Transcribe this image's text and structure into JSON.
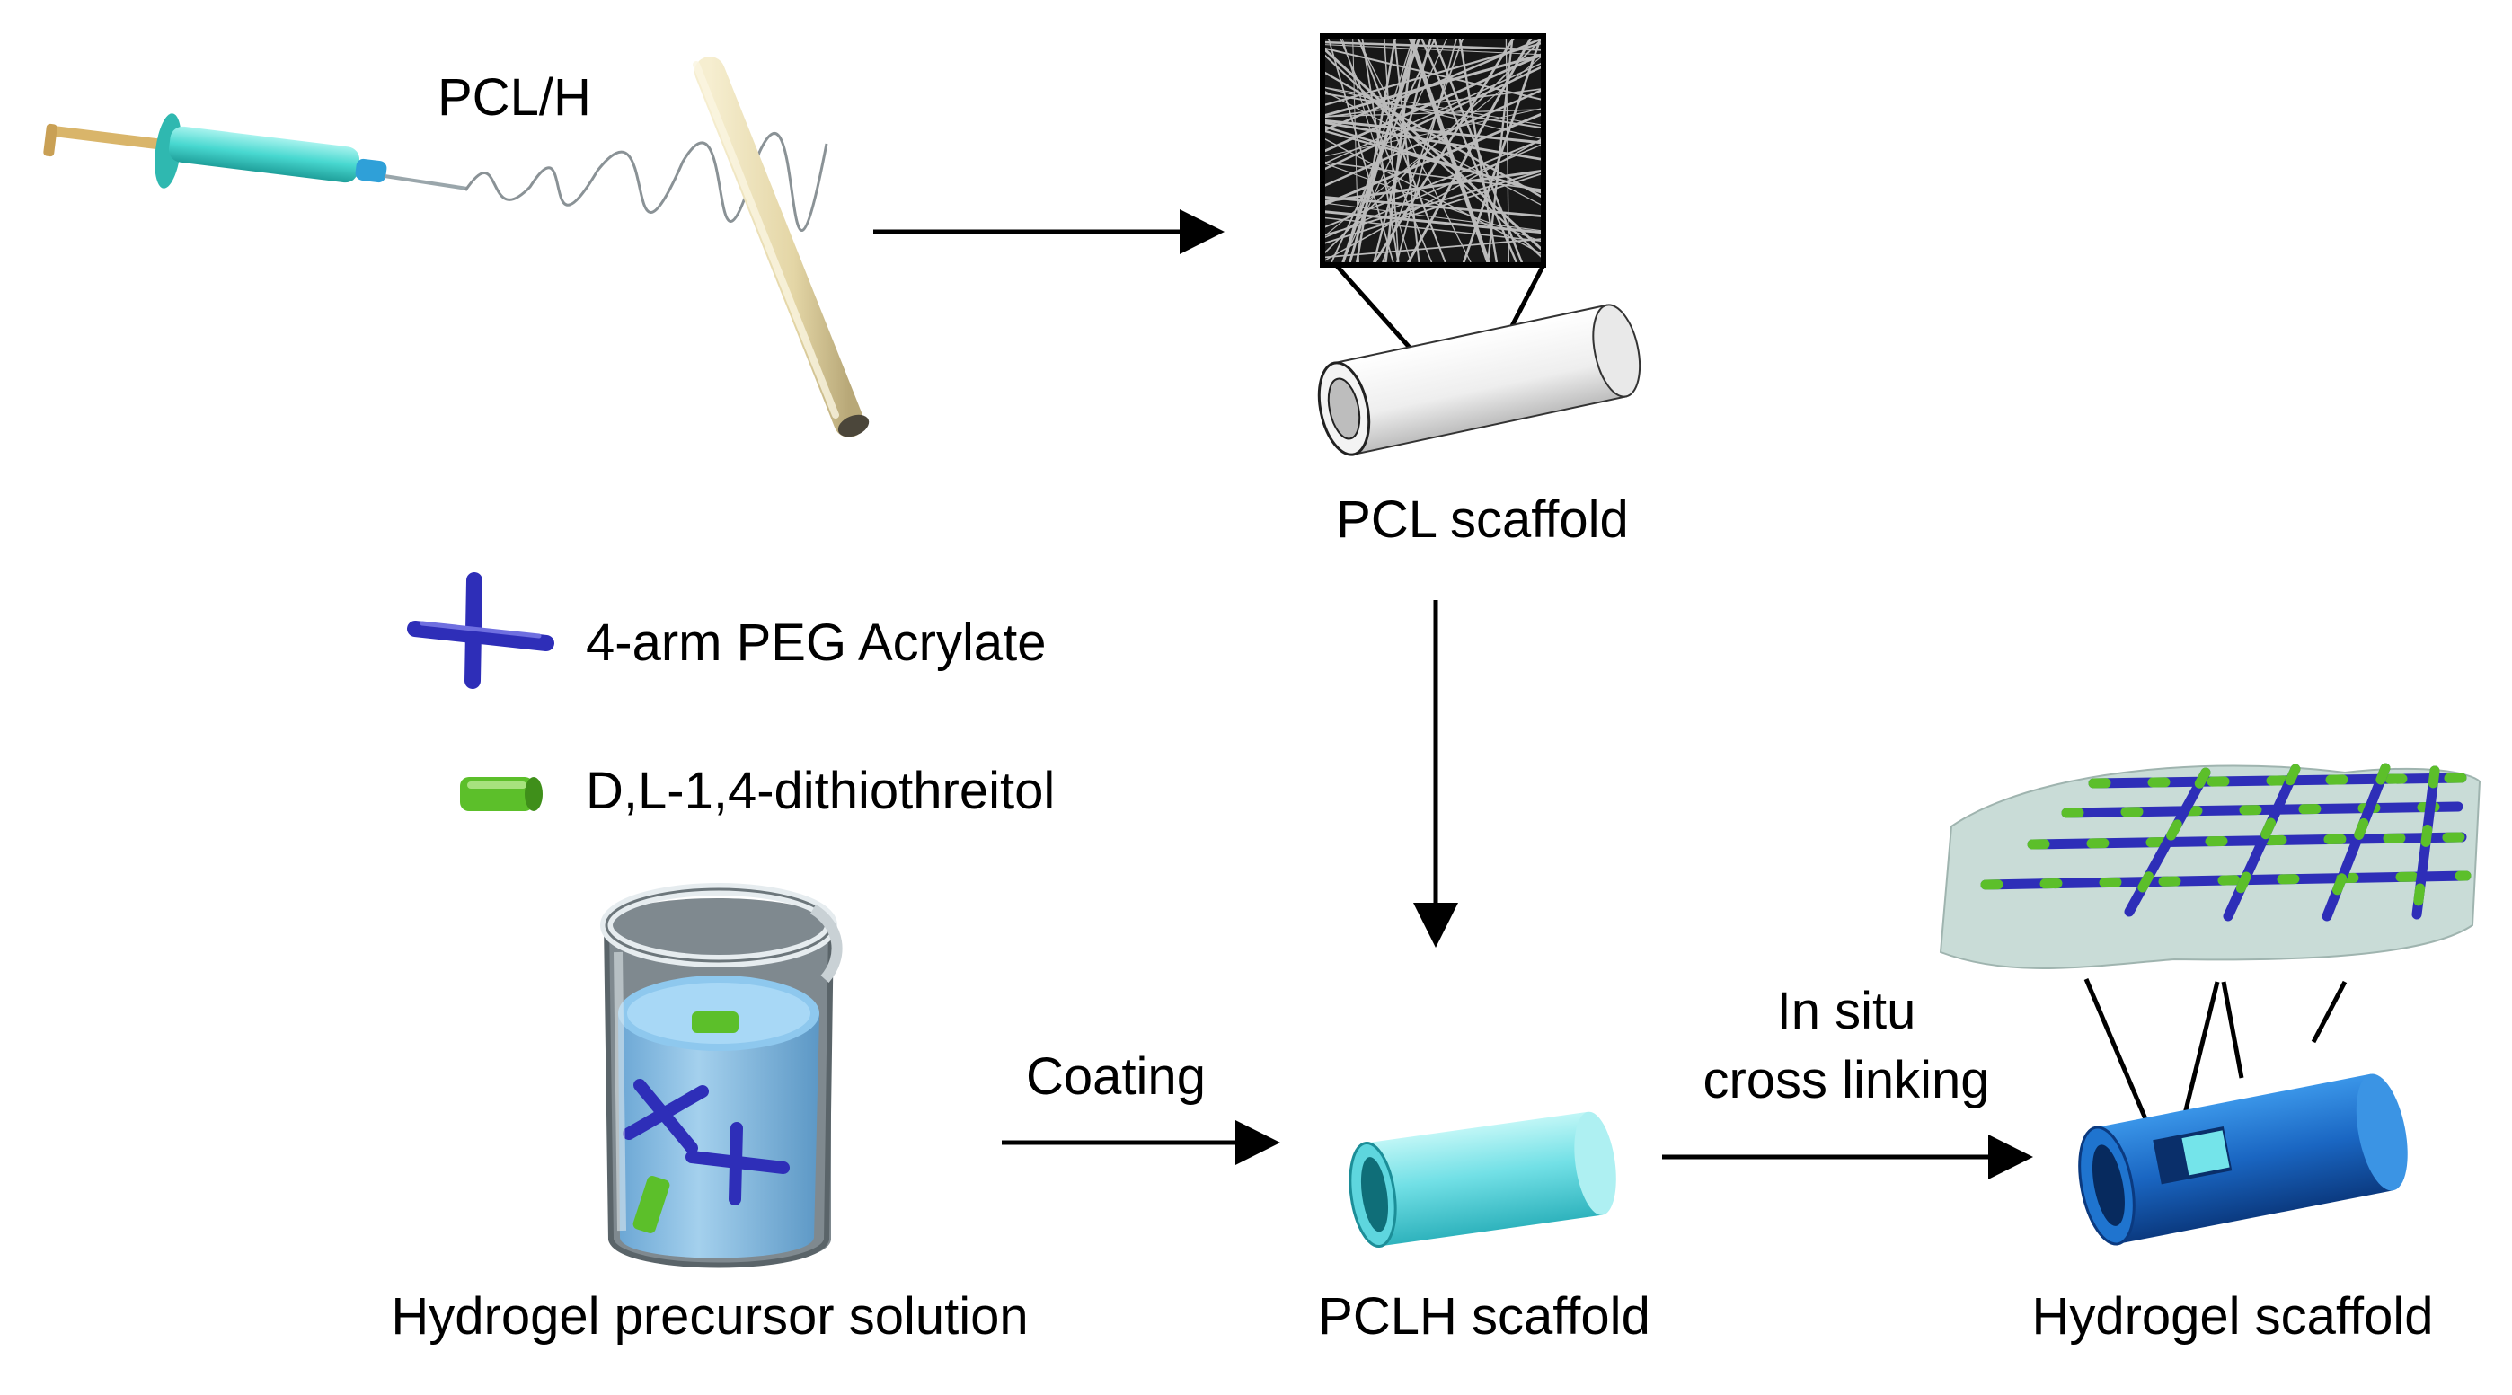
{
  "labels": {
    "pcl_h": "PCL/H",
    "pcl_scaffold": "PCL scaffold",
    "legend_peg": "4-arm PEG Acrylate",
    "legend_dtt": "D,L-1,4-dithiothreitol",
    "coating": "Coating",
    "in_situ_line1": "In situ",
    "in_situ_line2": "cross linking",
    "precursor": "Hydrogel precursor solution",
    "pclh_scaffold": "PCLH scaffold",
    "hydrogel_scaffold": "Hydrogel scaffold"
  },
  "colors": {
    "peg_blue": "#2e2eb8",
    "dtt_green": "#5cbf2a",
    "syringe_cyan": "#48d8d0",
    "collector_tan": "#e8dcb0",
    "pclh_cyan": "#6fe3e8",
    "hydrogel_blue": "#1764b8",
    "gel_sheet": "#c9dcd7",
    "solution_blue": "#8ec8ee"
  },
  "icons": {
    "syringe": "syringe-icon",
    "collector": "rotating-collector-icon",
    "sem_image": "fiber-mesh-icon",
    "beaker": "beaker-icon",
    "peg": "cross-molecule-icon",
    "dtt": "cylinder-molecule-icon"
  }
}
